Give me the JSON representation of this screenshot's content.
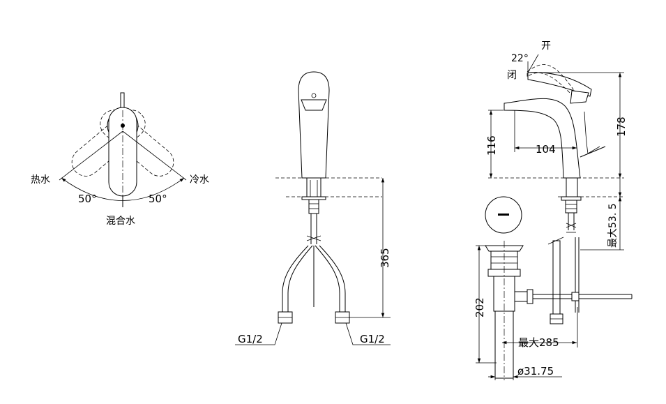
{
  "top_view": {
    "hot_label": "热水",
    "cold_label": "冷水",
    "mixed_label": "混合水",
    "angle_left": "50°",
    "angle_right": "50°"
  },
  "front_view": {
    "height_dim": "365",
    "thread_left": "G1/2",
    "thread_right": "G1/2"
  },
  "side_view": {
    "open_label": "开",
    "close_label": "闭",
    "tilt_angle": "22°",
    "spout_height": "116",
    "spout_reach": "104",
    "total_height": "178",
    "max_deck": "最大53. 5",
    "drain_height": "202",
    "max_reach": "最大285",
    "drain_dia": "ø31.75"
  }
}
